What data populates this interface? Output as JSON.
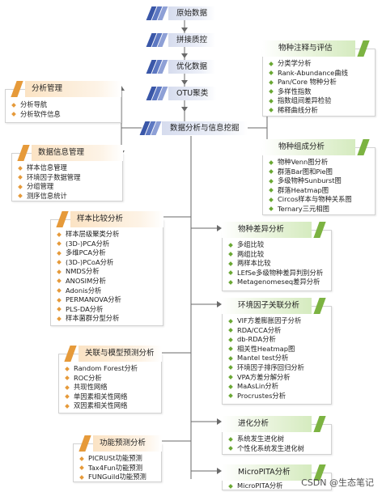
{
  "pipeline": [
    {
      "id": "raw",
      "label": "原始数据"
    },
    {
      "id": "splice",
      "label": "拼接质控"
    },
    {
      "id": "optimize",
      "label": "优化数据"
    },
    {
      "id": "otu",
      "label": "OTU聚类"
    },
    {
      "id": "mining",
      "label": "数据分析与信息挖掘"
    }
  ],
  "boxes": {
    "analysis_management": {
      "title": "分析管理",
      "items": [
        "分析导航",
        "分析软件信息"
      ]
    },
    "data_info_management": {
      "title": "数据信息管理",
      "items": [
        "样本信息管理",
        "环境因子数据管理",
        "分组管理",
        "测序信息统计"
      ]
    },
    "sample_comparison": {
      "title": "样本比较分析",
      "items": [
        "样本层级聚类分析",
        "(3D-)PCA分析",
        "多维PCA分析",
        "(3D-)PCoA分析",
        "NMDS分析",
        "ANOSIM分析",
        "Adonis分析",
        "PERMANOVA分析",
        "PLS-DA分析",
        "样本菌群分型分析"
      ]
    },
    "association_model": {
      "title": "关联与模型预测分析",
      "items": [
        "Random Forest分析",
        "ROC分析",
        "共现性网络",
        "单因素相关性网络",
        "双因素相关性网络"
      ]
    },
    "function_prediction": {
      "title": "功能预测分析",
      "items": [
        "PICRUSt功能预测",
        "Tax4Fun功能预测",
        "FUNGuild功能预测"
      ]
    },
    "species_annotation": {
      "title": "物种注释与评估",
      "items": [
        "分类学分析",
        "Rank-Abundance曲线",
        "Pan/Core 物种分析",
        "多样性指数",
        "指数组间差异检验",
        "稀释曲线分析"
      ]
    },
    "species_composition": {
      "title": "物种组成分析",
      "items": [
        "物种Venn图分析",
        "群落Bar图和Pie图",
        "多级物种Sunburst图",
        "群落Heatmap图",
        "Circos样本与物种关系图",
        "Ternary三元相图"
      ]
    },
    "species_difference": {
      "title": "物种差异分析",
      "items": [
        "多组比较",
        "两组比较",
        "两样本比较",
        "LEfSe多级物种差异判别分析",
        "Metagenomeseq差异分析"
      ]
    },
    "env_factor": {
      "title": "环境因子关联分析",
      "items": [
        "VIF方差膨胀因子分析",
        "RDA/CCA分析",
        "db-RDA分析",
        "相关性Heatmap图",
        "Mantel test分析",
        "环境因子排序回归分析",
        "VPA方差分解分析",
        "MaAsLin分析",
        "Procrustes分析"
      ]
    },
    "evolution": {
      "title": "进化分析",
      "items": [
        "系统发生进化树",
        "个性化系统发生进化树"
      ]
    },
    "micropita": {
      "title": "MicroPITA分析",
      "items": [
        "MicroPITA分析"
      ]
    }
  },
  "watermark": "CSDN @生态笔记",
  "colors": {
    "pipeline": "#3a57a8",
    "orange_accent": "#e69a3a",
    "green_accent": "#7cb342",
    "line": "#666666"
  }
}
